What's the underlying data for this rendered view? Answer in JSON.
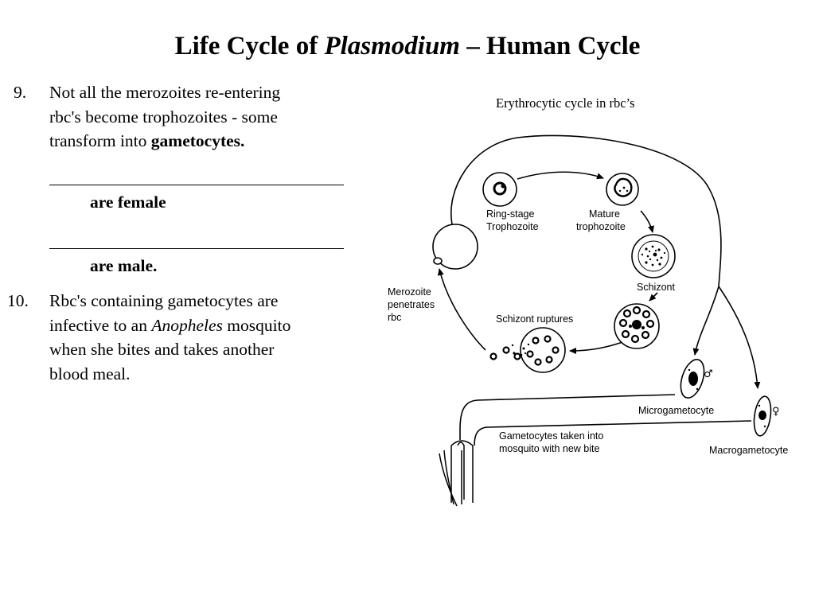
{
  "title": {
    "prefix": "Life Cycle of ",
    "italic": "Plasmodium",
    "suffix": " – Human Cycle"
  },
  "items": [
    {
      "number": "9.",
      "line1": "Not all the merozoites re-entering",
      "line2": "rbc's become trophozoites - some",
      "line3_plain": "transform into ",
      "line3_bold": "gametocytes.",
      "blank1_label": "are female",
      "blank2_label": "are male."
    },
    {
      "number": "10.",
      "line1": "Rbc's containing gametocytes are",
      "line2_plain": "infective to an ",
      "line2_italic": "Anopheles",
      "line2_after": " mosquito",
      "line3": "when she bites and takes another",
      "line4": "blood meal."
    }
  ],
  "diagram": {
    "caption": "Erythrocytic cycle in rbc’s",
    "labels": {
      "ring_stage_1": "Ring-stage",
      "ring_stage_2": "Trophozoite",
      "mature_1": "Mature",
      "mature_2": "trophozoite",
      "schizont": "Schizont",
      "schizont_ruptures": "Schizont ruptures",
      "merozoite_1": "Merozoite",
      "merozoite_2": "penetrates",
      "merozoite_3": "rbc",
      "microgametocyte": "Microgametocyte",
      "macrogametocyte": "Macrogametocyte",
      "taken_1": "Gametocytes taken into",
      "taken_2": "mosquito with new bite"
    },
    "symbols": {
      "male": "♂",
      "female": "♀"
    }
  }
}
